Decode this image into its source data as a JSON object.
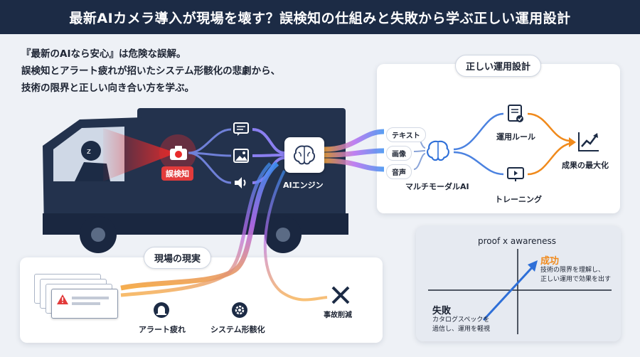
{
  "title": "最新AIカメラ導入が現場を壊す？誤検知の仕組みと失敗から学ぶ正しい運用設計",
  "intro": {
    "line1": "『最新のAIなら安心』は危険な誤解。",
    "line2": "誤検知とアラート疲れが招いたシステム形骸化の悲劇から、",
    "line3": "技術の限界と正しい向き合い方を学ぶ。"
  },
  "truck": {
    "camera_label": "誤検知",
    "ai_engine_label": "AIエンジン",
    "icons": [
      "chat-icon",
      "image-icon",
      "speaker-icon"
    ]
  },
  "design_panel": {
    "heading": "正しい運用設計",
    "inputs": [
      "テキスト",
      "画像",
      "音声"
    ],
    "multimodal_label": "マルチモーダルAI",
    "rules_label": "運用ルール",
    "training_label": "トレーニング",
    "result_label": "成果の最大化"
  },
  "reality_panel": {
    "heading": "現場の現実",
    "alert_fatigue_label": "アラート疲れ",
    "system_label": "システム形骸化",
    "accident_label": "事故削減"
  },
  "matrix": {
    "title": "proof x awareness",
    "success_label": "成功",
    "success_line1": "技術の限界を理解し、",
    "success_line2": "正しい運用で効果を出す",
    "fail_label": "失敗",
    "fail_line1": "カタログスペックを",
    "fail_line2": "過信し、運用を軽視"
  },
  "colors": {
    "navy": "#1c2b45",
    "alert_red": "#e23b3b",
    "accent_blue": "#2e6fd8",
    "success_orange": "#f08a1c"
  }
}
